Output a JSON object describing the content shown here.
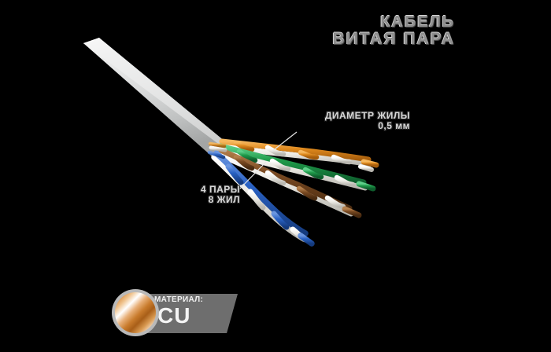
{
  "background_color": "#000000",
  "title": {
    "line1": "КАБЕЛЬ",
    "line2": "ВИТАЯ ПАРА",
    "color": "#8e8e8e"
  },
  "callouts": [
    {
      "id": "diameter",
      "line1": "ДИАМЕТР ЖИЛЫ",
      "line2": "0,5 мм"
    },
    {
      "id": "pairs",
      "line1": "4 ПАРЫ",
      "line2": "8 ЖИЛ"
    }
  ],
  "badge": {
    "material_label": "МАТЕРИАЛ:",
    "material_value": "CU",
    "plate_color": "#6e6e6e",
    "copper_color": "#c87b2c"
  },
  "cable": {
    "jacket_color": "#d6d6d6",
    "jacket_shadow": "#9a9a9a",
    "pairs": [
      {
        "name": "orange-pair",
        "solid": "#e08a1e",
        "stripe": "#f5f0e6"
      },
      {
        "name": "green-pair",
        "solid": "#1f9a4a",
        "stripe": "#f5f5f0"
      },
      {
        "name": "blue-pair",
        "solid": "#2a62c4",
        "stripe": "#f2f4f8"
      },
      {
        "name": "brown-pair",
        "solid": "#7a4a22",
        "stripe": "#efe6dc"
      }
    ]
  }
}
